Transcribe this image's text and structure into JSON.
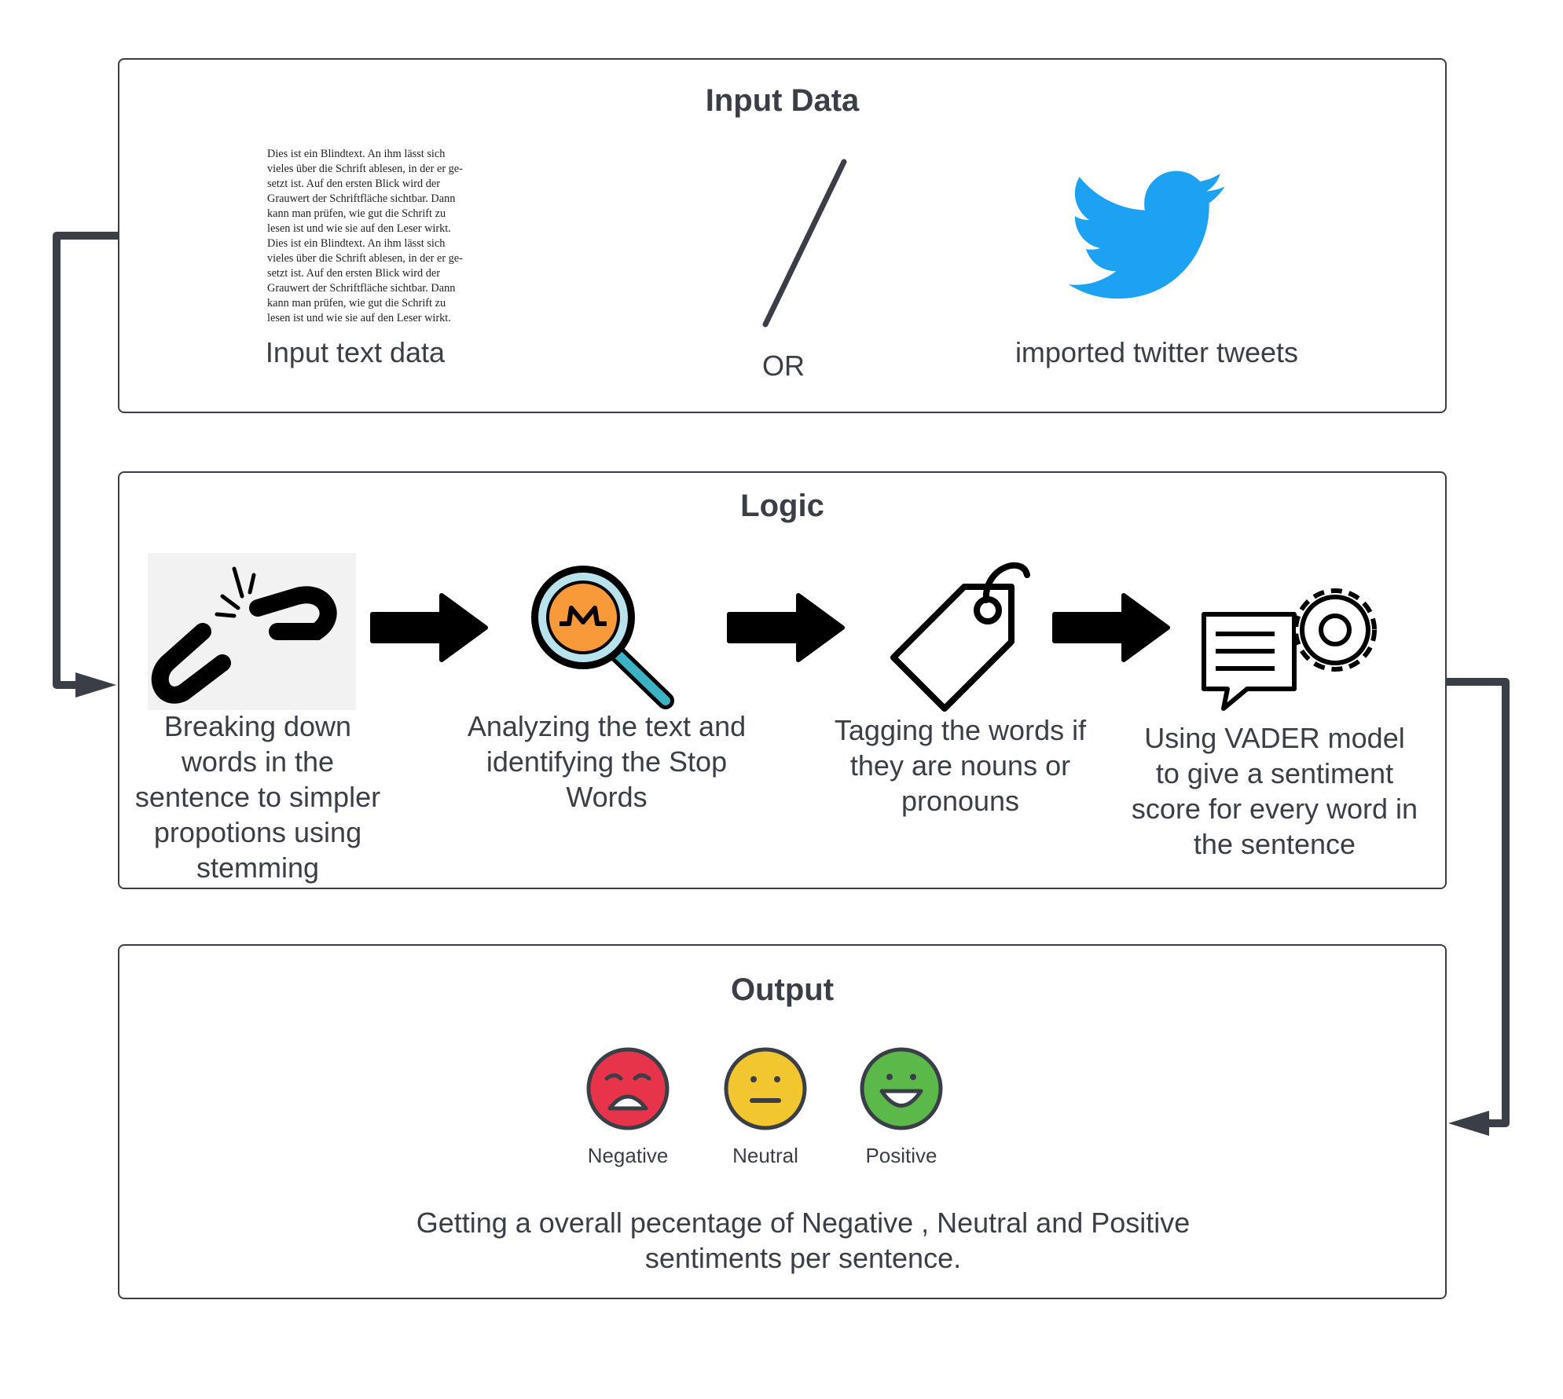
{
  "input_panel": {
    "title": "Input Data",
    "text_sample": "Dies ist ein Blindtext. An ihm lässt sich\nvieles über die Schrift ablesen, in der er ge-\nsetzt ist. Auf den ersten Blick wird der\nGrauwert der Schriftfläche sichtbar. Dann\nkann man prüfen, wie gut die Schrift zu\nlesen ist und wie sie auf den Leser wirkt.\nDies ist ein Blindtext. An ihm lässt sich\nvieles über die Schrift ablesen, in der er ge-\nsetzt ist. Auf den ersten Blick wird der\nGrauwert der Schriftfläche sichtbar. Dann\nkann man prüfen, wie gut die Schrift zu\nlesen ist und wie sie auf den Leser wirkt.",
    "text_label": "Input text data",
    "or_label": "OR",
    "twitter_label": "imported twitter tweets"
  },
  "logic_panel": {
    "title": "Logic",
    "steps": [
      {
        "icon": "broken-chain-icon",
        "label": "Breaking down words in the sentence to simpler propotions using stemming"
      },
      {
        "icon": "magnifier-icon",
        "label": "Analyzing the text and identifying the Stop Words"
      },
      {
        "icon": "tag-icon",
        "label": "Tagging the words if they are nouns or pronouns"
      },
      {
        "icon": "chat-gear-icon",
        "label": "Using VADER model to give a sentiment score for every word in the sentence"
      }
    ]
  },
  "output_panel": {
    "title": "Output",
    "emotions": [
      {
        "label": "Negative",
        "color": "#e8344a"
      },
      {
        "label": "Neutral",
        "color": "#f2c62f"
      },
      {
        "label": "Positive",
        "color": "#5bb94a"
      }
    ],
    "description": "Getting a overall pecentage of Negative , Neutral and Positive sentiments per sentence."
  },
  "colors": {
    "connector": "#3a3f47",
    "twitter_blue": "#1da1f2",
    "magnifier_orange": "#f89a3a",
    "magnifier_teal": "#3bb3c3"
  }
}
